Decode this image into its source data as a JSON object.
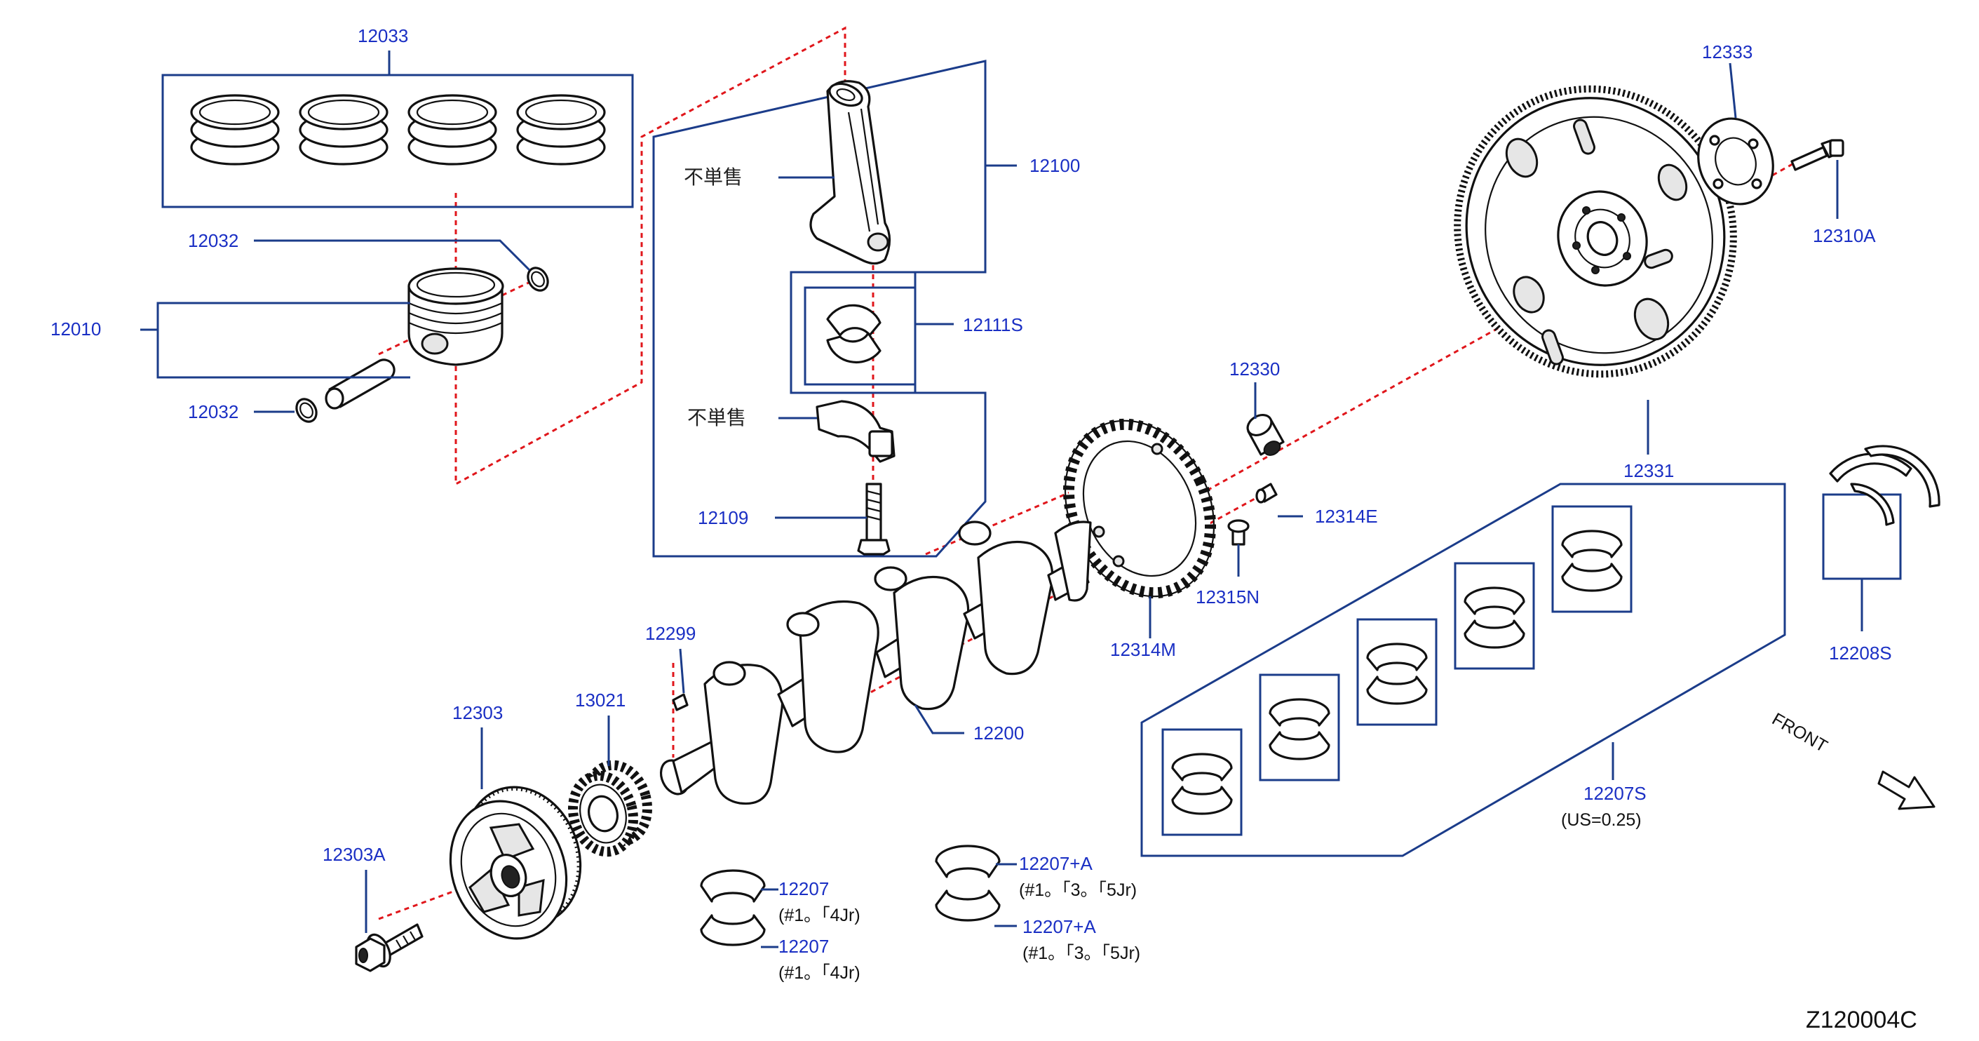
{
  "diagram": {
    "code": "Z120004C",
    "front_label": "FRONT",
    "not_sold_label": "不単售"
  },
  "labels": {
    "p12033": "12033",
    "p12032_top": "12032",
    "p12010": "12010",
    "p12032_bot": "12032",
    "p12100": "12100",
    "p12111S": "12111S",
    "p12109": "12109",
    "p12333": "12333",
    "p12310A": "12310A",
    "p12331": "12331",
    "p12330": "12330",
    "p12314E": "12314E",
    "p12315N": "12315N",
    "p12314M": "12314M",
    "p12299": "12299",
    "p13021": "13021",
    "p12303": "12303",
    "p12303A": "12303A",
    "p12200": "12200",
    "p12207_a": "12207",
    "p12207_a_note": "(#1。「4Jr)",
    "p12207_b": "12207",
    "p12207_b_note": "(#1。「4Jr)",
    "p12207A_a": "12207+A",
    "p12207A_a_note": "(#1。「3。「5Jr)",
    "p12207A_b": "12207+A",
    "p12207A_b_note": "(#1。「3。「5Jr)",
    "p12207S": "12207S",
    "p12207S_note": "(US=0.25)",
    "p12208S": "12208S"
  }
}
